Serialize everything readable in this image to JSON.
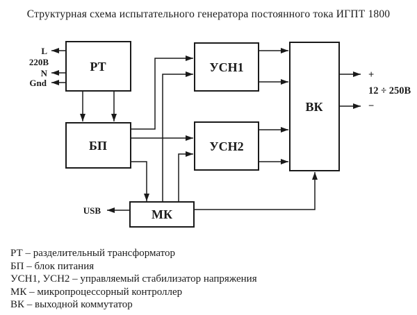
{
  "title": "Структурная схема испытательного генератора постоянного тока ИГПТ 1800",
  "blocks": {
    "rt": {
      "label": "РТ"
    },
    "bp": {
      "label": "БП"
    },
    "usn1": {
      "label": "УСН1"
    },
    "usn2": {
      "label": "УСН2"
    },
    "vk": {
      "label": "ВК"
    },
    "mk": {
      "label": "МК"
    }
  },
  "io": {
    "input_l": "L",
    "input_voltage": "220В",
    "input_n": "N",
    "input_gnd": "Gnd",
    "usb": "USB",
    "output_plus": "+",
    "output_range": "12 ÷ 250В",
    "output_minus": "−"
  },
  "legend": [
    "РТ – разделительный трансформатор",
    "БП – блок питания",
    "УСН1, УСН2 – управляемый стабилизатор напряжения",
    "МК – микропроцессорный контроллер",
    "ВК – выходной коммутатор"
  ],
  "colors": {
    "line": "#1a1a1a",
    "background": "#ffffff"
  }
}
